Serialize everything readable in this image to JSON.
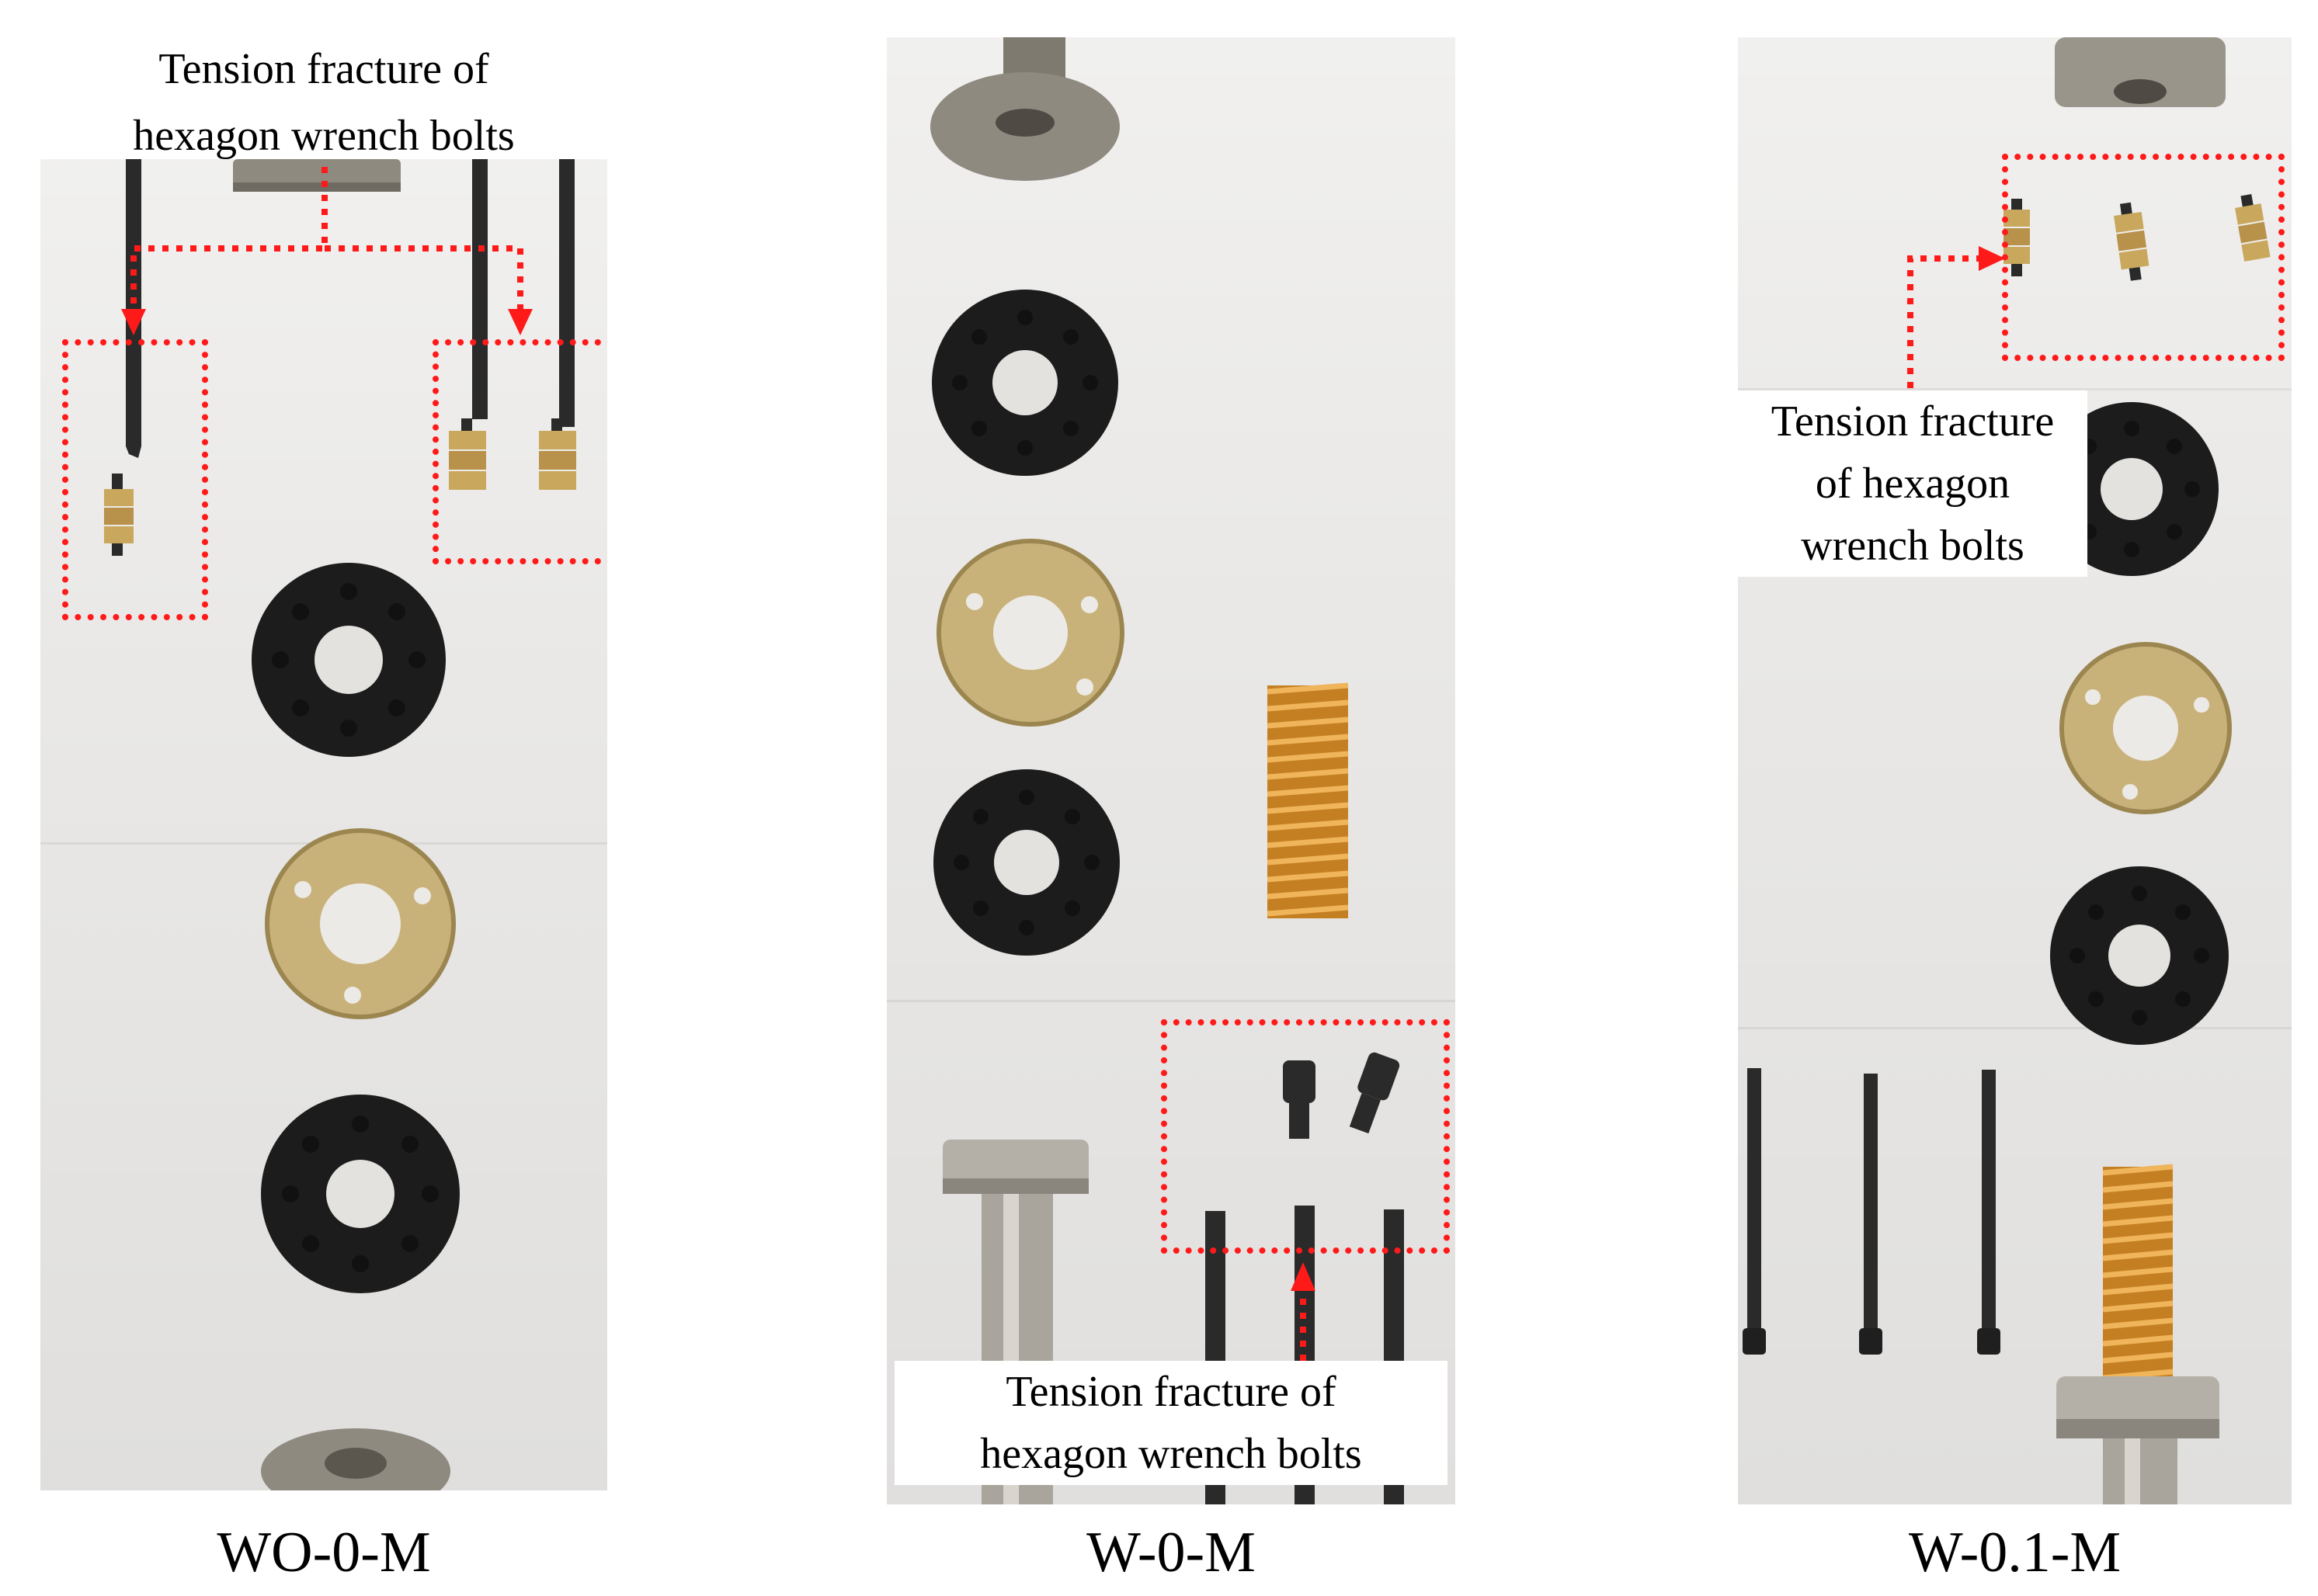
{
  "panels": [
    {
      "caption": "WO-0-M",
      "label_lines": [
        "Tension fracture of",
        "hexagon wrench bolts"
      ]
    },
    {
      "caption": "W-0-M",
      "label_lines": [
        "Tension fracture of",
        "hexagon wrench bolts"
      ]
    },
    {
      "caption": "W-0.1-M",
      "label_lines": [
        "Tension fracture",
        "of hexagon",
        "wrench bolts"
      ]
    }
  ],
  "colors": {
    "annotation": "#ff1a1a",
    "background": "#e9e8e6",
    "rubber_ring": "#1c1c1c",
    "washer": "#c9b27a",
    "spring": "#d8942e",
    "steel": "#8f8a80",
    "rod": "#2a2a2a"
  }
}
